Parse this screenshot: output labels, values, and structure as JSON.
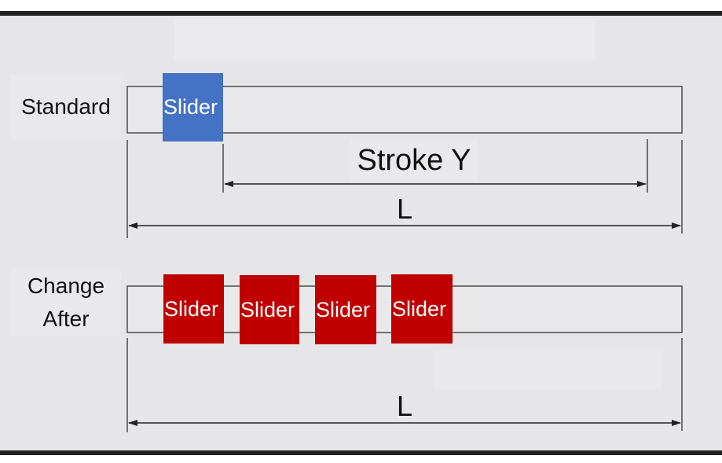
{
  "sections": {
    "standard": {
      "label": "Standard",
      "slider_label": "Slider",
      "stroke_label": "Stroke Y",
      "length_label": "L"
    },
    "change_after": {
      "label_line1": "Change",
      "label_line2": "After",
      "sliders": [
        {
          "label": "Slider"
        },
        {
          "label": "Slider"
        },
        {
          "label": "Slider"
        },
        {
          "label": "Slider"
        }
      ],
      "length_label": "L"
    }
  },
  "colors": {
    "background": "#e6e5e7",
    "frame_border": "#222222",
    "rail_fill": "#e9e8ea",
    "rail_stroke": "#4a4a4a",
    "dimension_line": "#222222",
    "slider_standard": "#4472c4",
    "slider_changed": "#c00000",
    "slider_text": "#ffffff"
  }
}
